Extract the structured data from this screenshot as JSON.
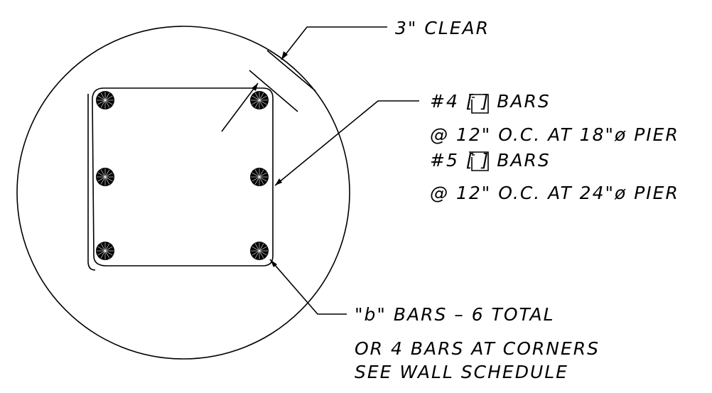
{
  "callouts": {
    "clear": "3\" CLEAR",
    "tie_bars": [
      "#4 [ ] BARS",
      "@ 12\" O.C. AT 18\"ø PIER",
      "#5 [ ] BARS",
      "@ 12\" O.C. AT 24\"ø PIER"
    ],
    "vertical_bars": [
      "\"b\" BARS – 6 TOTAL",
      "OR 4 BARS AT CORNERS",
      "SEE WALL SCHEDULE"
    ]
  },
  "pier": {
    "bar_count": 6
  }
}
